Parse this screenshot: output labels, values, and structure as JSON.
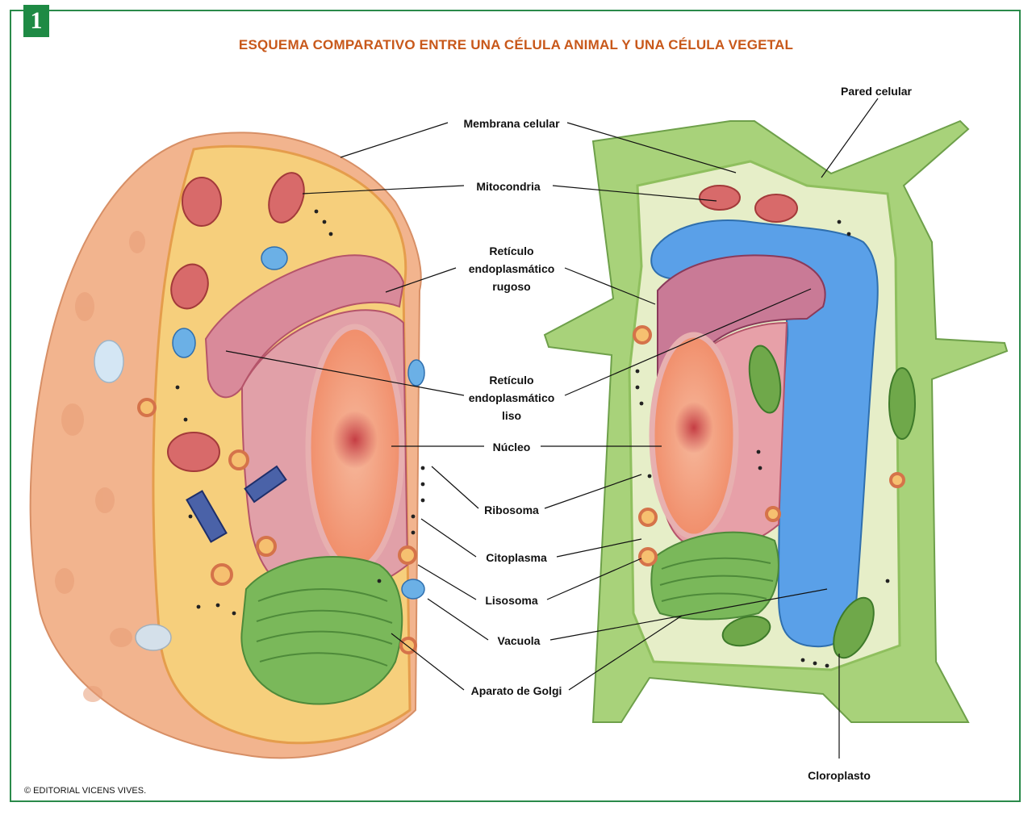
{
  "badge": "1",
  "title": "ESQUEMA COMPARATIVO ENTRE UNA CÉLULA ANIMAL Y UNA CÉLULA VEGETAL",
  "copyright": "EDITORIAL VICENS VIVES.",
  "copyright_symbol": "©",
  "labels": {
    "membrana": "Membrana celular",
    "mitocondria": "Mitocondria",
    "rer_1": "Retículo",
    "rer_2": "endoplasmático",
    "rer_3": "rugoso",
    "rel_1": "Retículo",
    "rel_2": "endoplasmático",
    "rel_3": "liso",
    "nucleo": "Núcleo",
    "ribosoma": "Ribosoma",
    "citoplasma": "Citoplasma",
    "lisosoma": "Lisosoma",
    "vacuola": "Vacuola",
    "golgi": "Aparato de Golgi",
    "pared": "Pared celular",
    "cloroplasto": "Cloroplasto"
  },
  "colors": {
    "frame": "#2a8a4a",
    "title": "#c8581a",
    "cell_wall": "#a8d27a",
    "vacuole": "#5aa0e8",
    "nucleus": "#f2a482",
    "golgi": "#7ab85a"
  }
}
